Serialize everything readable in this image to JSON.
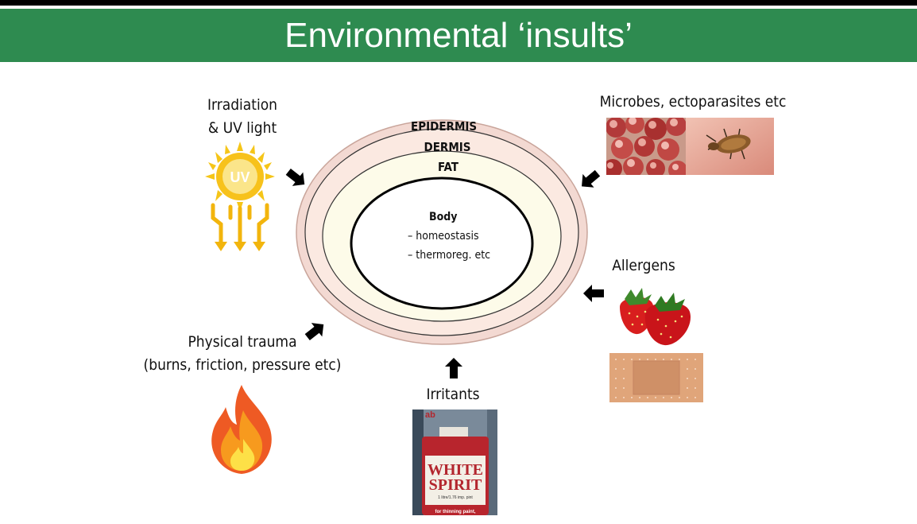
{
  "title": "Environmental ‘insults’",
  "layers": {
    "epidermis": "EPIDERMIS",
    "dermis": "DERMIS",
    "fat": "FAT"
  },
  "body": {
    "title": "Body",
    "line1": "– homeostasis",
    "line2": "– thermoreg. etc"
  },
  "insults": {
    "irradiation_line1": "Irradiation",
    "irradiation_line2": "& UV light",
    "microbes": "Microbes, ectoparasites etc",
    "allergens": "Allergens",
    "trauma_line1": "Physical trauma",
    "trauma_line2": "(burns, friction, pressure etc)",
    "irritants": "Irritants"
  },
  "images": {
    "uv_text": "UV",
    "bottle_text1": "WHITE",
    "bottle_text2": "SPIRIT",
    "bottle_small": "1 litre/1.76 imp. pint",
    "bottle_bottom": "for thinning paint,",
    "bottle_top": "ab"
  },
  "icons": [
    "sun-uv-icon",
    "bacteria-photo",
    "louse-photo",
    "strawberry-photo",
    "plaster-photo",
    "fire-icon",
    "white-spirit-bottle-photo",
    "arrow-icon"
  ],
  "colors": {
    "header": "#2e8b50",
    "epidermis": "#f3d9d2",
    "dermis": "#fbe9e1",
    "fat": "#fdfbe9"
  }
}
